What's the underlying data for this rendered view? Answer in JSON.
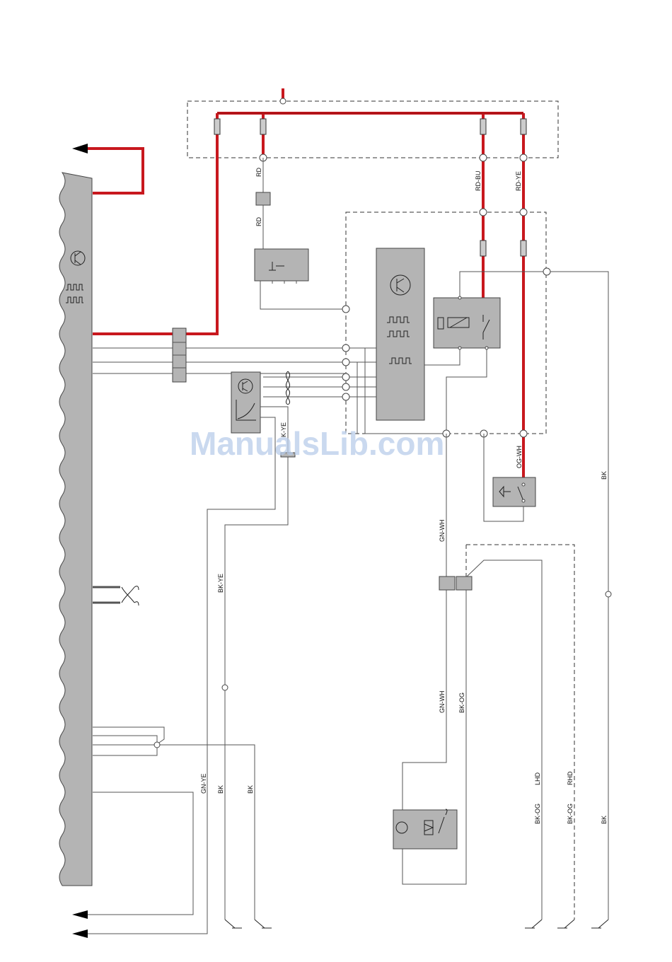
{
  "wire_labels": {
    "rd_upper": "RD",
    "rd_lower": "RD",
    "rd_bu": "RD-BU",
    "rd_ye": "RD-YE",
    "og_wh": "OG-WH",
    "bk_right": "BK",
    "k_ye": "K-YE",
    "bk_ye": "BK-YE",
    "gn_wh_upper": "GN-WH",
    "gn_wh_lower": "GN-WH",
    "bk_og_mid": "BK-OG",
    "gn_ye": "GN-YE",
    "bk_left1": "BK",
    "bk_left2": "BK",
    "lhd": "LHD",
    "rhd": "RHD",
    "bk_og_lhd": "BK-OG",
    "bk_og_rhd": "BK-OG",
    "bk_far_right": "BK"
  },
  "watermark": "ManualsLib.com",
  "colors": {
    "power_wire": "#c8181e",
    "signal_wire": "#555555",
    "module": "#b4b4b4"
  }
}
